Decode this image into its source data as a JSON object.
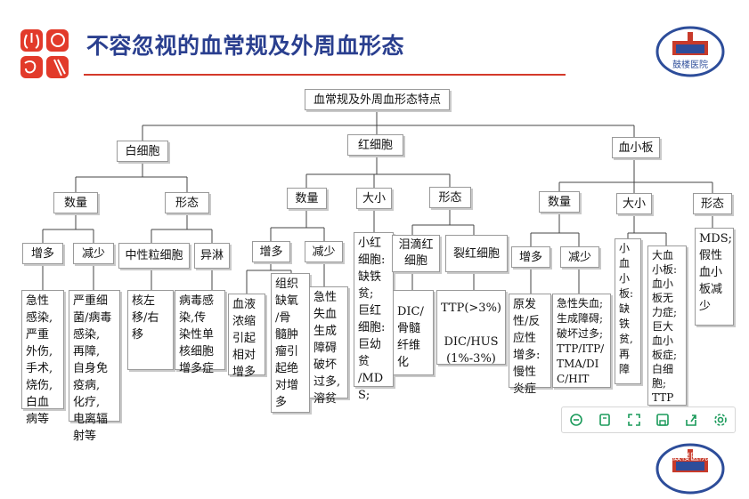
{
  "header": {
    "title": "不容忽视的血常规及外周血形态"
  },
  "emblem": {
    "text": "鼓楼医院"
  },
  "colors": {
    "title": "#2a3f8f",
    "accent_red": "#d43a2a",
    "emblem_blue": "#2d4d9a",
    "toolbar_icon": "#1a9a5a"
  },
  "diagram": {
    "root": "血常规及外周血形态特点",
    "wbc": {
      "label": "白细胞",
      "quantity": {
        "label": "数量",
        "increase": {
          "label": "增多",
          "text": "急性\n感染,\n严重\n外伤,\n手术,\n烧伤,\n白血\n病等"
        },
        "decrease": {
          "label": "减少",
          "text": "严重细\n菌/病毒\n感染,\n再障,\n自身免\n疫病,\n化疗,\n电离辐\n射等"
        }
      },
      "morphology": {
        "label": "形态",
        "neutrophil": {
          "label": "中性粒细胞",
          "text": "核左\n移/右\n移"
        },
        "atypical": {
          "label": "异淋",
          "text": "病毒感\n染,传\n染性单\n核细胞\n增多症"
        }
      }
    },
    "rbc": {
      "label": "红细胞",
      "quantity": {
        "label": "数量",
        "increase": {
          "label": "增多",
          "a": "血液\n浓缩\n引起\n相对\n增多",
          "b": "组织\n缺氧\n/骨\n髓肿\n瘤引\n起绝\n对增\n多"
        },
        "decrease": {
          "label": "减少",
          "text": "急性\n失血\n生成\n障碍\n破坏\n过多,\n溶贫"
        }
      },
      "size": {
        "label": "大小",
        "text": "小红\n细胞:\n缺铁\n贫;\n巨红\n细胞:\n巨幼\n贫\n/MD\nS;"
      },
      "morphology": {
        "label": "形态",
        "teardrop": {
          "label": "泪滴红\n细胞",
          "text": "DIC/\n骨髓\n纤维\n化"
        },
        "schistocyte": {
          "label": "裂红细胞",
          "text": "TTP(>3%)\n\nDIC/HUS\n(1%-3%)"
        }
      }
    },
    "plt": {
      "label": "血小板",
      "quantity": {
        "label": "数量",
        "increase": {
          "label": "增多",
          "text": "原发\n性/反\n应性\n增多:\n慢性\n炎症"
        },
        "decrease": {
          "label": "减少",
          "text": "急性失血;\n生成障碍;\n破坏过多;\nTTP/ITP/\nTMA/DI\nC/HIT"
        }
      },
      "size": {
        "label": "大小",
        "small": "小\n血\n小\n板:\n缺\n铁\n贫,\n再\n障",
        "large": "大血\n小板:\n血小\n板无\n力症;\n巨大\n血小\n板症;\n白细\n胞;\nTTP"
      },
      "morphology": {
        "label": "形态",
        "text": "MDS;\n假性\n血小\n板减\n少"
      }
    }
  },
  "toolbar": [
    {
      "name": "zoom-icon"
    },
    {
      "name": "copy-icon"
    },
    {
      "name": "fullscreen-icon"
    },
    {
      "name": "save-icon"
    },
    {
      "name": "share-icon"
    },
    {
      "name": "settings-icon"
    }
  ]
}
